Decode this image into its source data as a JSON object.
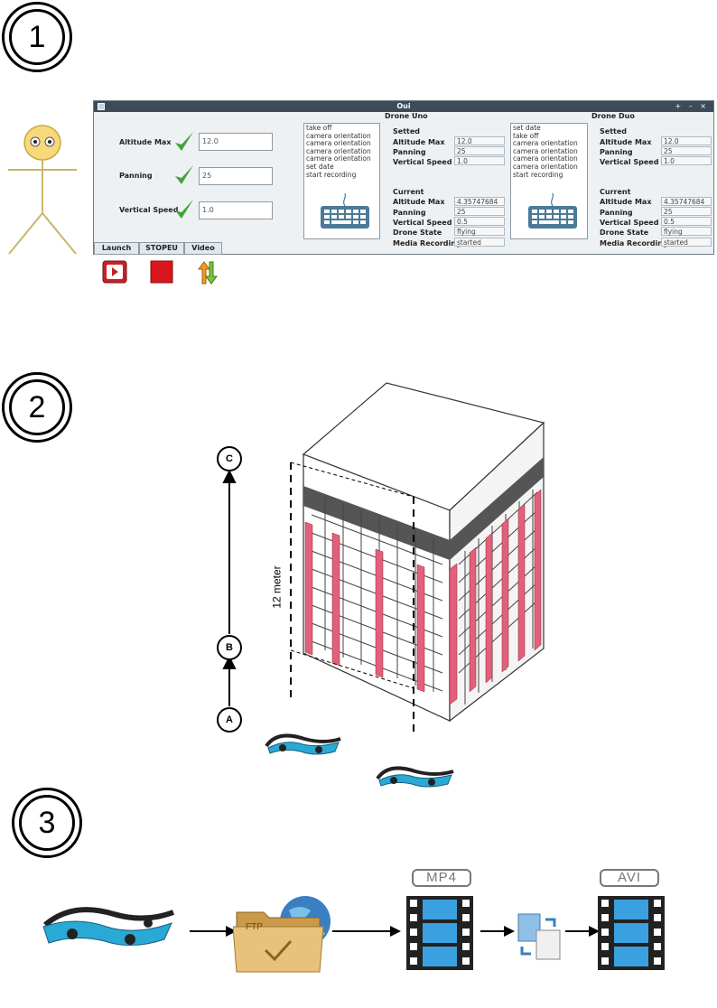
{
  "steps": [
    "1",
    "2",
    "3"
  ],
  "window": {
    "title": "Oui",
    "controls": "+ – ×",
    "left_panel": {
      "altitude_label": "Altitude Max",
      "altitude_value": "12.0",
      "panning_label": "Panning",
      "panning_value": "25",
      "vspeed_label": "Vertical Speed",
      "vspeed_value": "1.0"
    },
    "tabs": [
      "Launch",
      "STOPEU",
      "Video"
    ],
    "drones": [
      {
        "name": "Drone Uno",
        "log": [
          "take off",
          "camera orientation",
          "camera orientation",
          "camera orientation",
          "camera orientation",
          "set date",
          "start recording"
        ],
        "setted_label": "Setted",
        "setted": [
          {
            "label": "Altitude Max",
            "value": "12.0"
          },
          {
            "label": "Panning",
            "value": "25"
          },
          {
            "label": "Vertical Speed",
            "value": "1.0"
          }
        ],
        "current_label": "Current",
        "current": [
          {
            "label": "Altitude Max",
            "value": "4.35747684"
          },
          {
            "label": "Panning",
            "value": "25"
          },
          {
            "label": "Vertical Speed",
            "value": "0.5"
          },
          {
            "label": "Drone State",
            "value": "flying"
          },
          {
            "label": "Media Recording",
            "value": "started"
          }
        ]
      },
      {
        "name": "Drone Duo",
        "log": [
          "set date",
          "take off",
          "camera orientation",
          "camera orientation",
          "camera orientation",
          "camera orientation",
          "start recording"
        ],
        "setted_label": "Setted",
        "setted": [
          {
            "label": "Altitude Max",
            "value": "12.0"
          },
          {
            "label": "Panning",
            "value": "25"
          },
          {
            "label": "Vertical Speed",
            "value": "1.0"
          }
        ],
        "current_label": "Current",
        "current": [
          {
            "label": "Altitude Max",
            "value": "4.35747684"
          },
          {
            "label": "Panning",
            "value": "25"
          },
          {
            "label": "Vertical Speed",
            "value": "0.5"
          },
          {
            "label": "Drone State",
            "value": "flying"
          },
          {
            "label": "Media Recording",
            "value": "started"
          }
        ]
      }
    ]
  },
  "flight": {
    "waypoints": [
      "C",
      "B",
      "A"
    ],
    "height_label": "12 meter"
  },
  "pipeline": {
    "ftp_label": "FTP",
    "mp4_label": "MP4",
    "avi_label": "AVI"
  },
  "colors": {
    "accent_pink": "#e2607a",
    "drone_blue": "#2aa9d6",
    "title_bar": "#3d4a57",
    "check_green": "#3fa535",
    "stop_red": "#d9161b",
    "play_red": "#c8202a"
  }
}
